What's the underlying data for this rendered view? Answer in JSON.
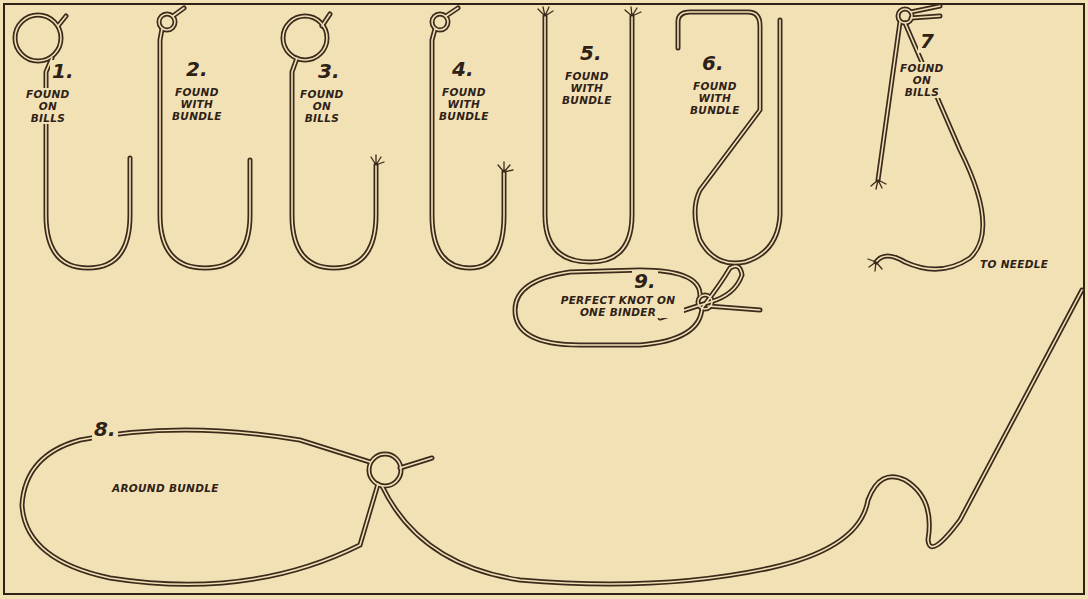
{
  "diagram": {
    "labels": [
      "1.",
      "FOUND ON BILLS",
      "2.",
      "FOUND WITH BUNDLE",
      "3.",
      "FOUND ON BILLS",
      "4.",
      "FOUND WITH BUNDLE",
      "5.",
      "FOUND WITH BUNDLE",
      "6.",
      "FOUND WITH BUNDLE",
      "7",
      "FOUND ON BILLS",
      "9.",
      "PERFECT KNOT ON ONE BINDER",
      "TO NEEDLE",
      "8.",
      "AROUND BUNDLE"
    ]
  }
}
